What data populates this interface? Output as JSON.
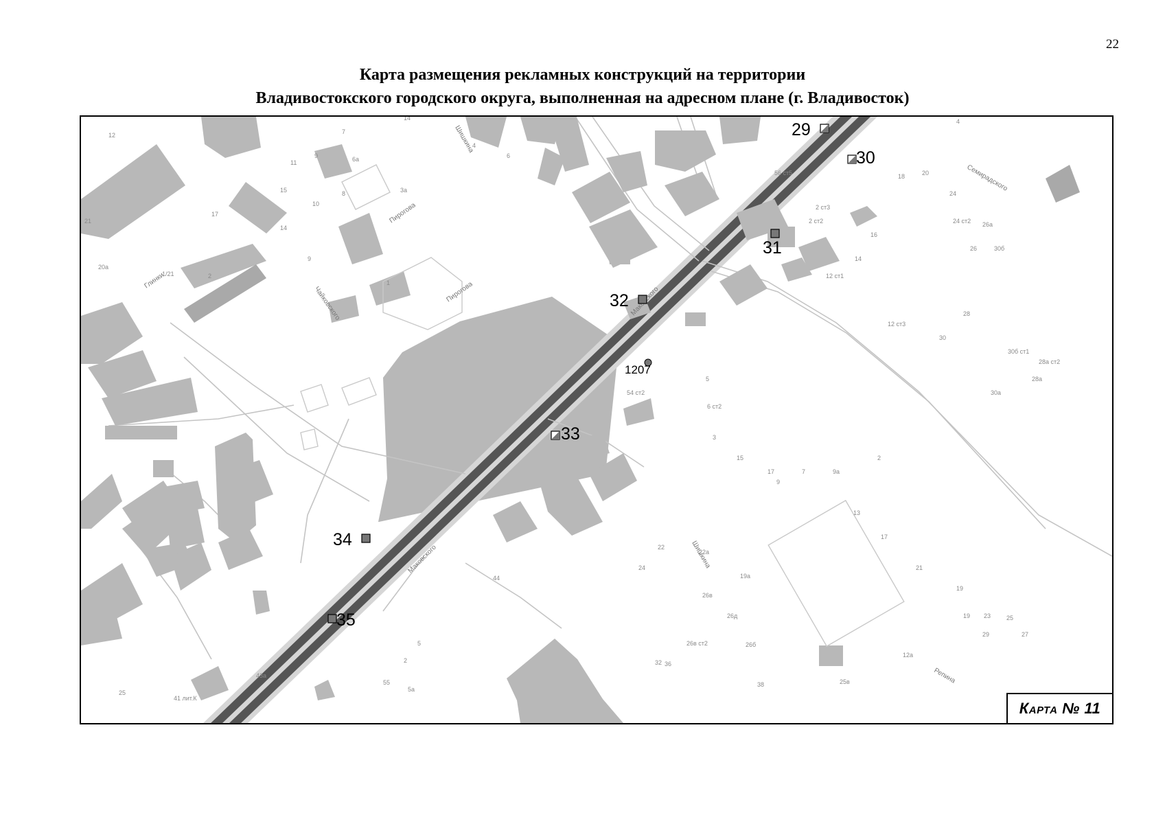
{
  "page_number": "22",
  "title": {
    "line1": "Карта размещения рекламных конструкций на территории",
    "line2": "Владивостокского городского округа, выполненная на адресном плане (г. Владивосток)"
  },
  "map": {
    "badge": "Карта № 11",
    "streets": {
      "makovskogo": "Маковского",
      "pirogova": "Пирогова",
      "chaikovskogo": "Чайковского",
      "glinki": "Глинки",
      "shishkina": "Шишкина",
      "semiradskogo": "Семирадского",
      "repina": "Репина"
    },
    "markers": [
      {
        "id": "29",
        "label": "29",
        "style": "half"
      },
      {
        "id": "30",
        "label": "30",
        "style": "half"
      },
      {
        "id": "31",
        "label": "31",
        "style": "solid"
      },
      {
        "id": "32",
        "label": "32",
        "style": "solid"
      },
      {
        "id": "1207",
        "label": "1207",
        "style": "circle"
      },
      {
        "id": "33",
        "label": "33",
        "style": "half"
      },
      {
        "id": "34",
        "label": "34",
        "style": "solid"
      },
      {
        "id": "35",
        "label": "35",
        "style": "solid"
      }
    ],
    "house_numbers": [
      "12",
      "7",
      "14",
      "4",
      "6",
      "6а",
      "11",
      "9",
      "15",
      "8",
      "3а",
      "10",
      "17",
      "21",
      "14",
      "2",
      "1/21",
      "9",
      "20а",
      "1",
      "4",
      "56 ст5",
      "18",
      "20",
      "24",
      "2 ст3",
      "24 ст2",
      "26а",
      "16",
      "14",
      "2 ст2",
      "26",
      "30б",
      "12 ст1",
      "28",
      "12 ст3",
      "30",
      "30б ст1",
      "28а ст2",
      "28а",
      "30а",
      "5",
      "6 ст2",
      "54 ст2",
      "3",
      "15",
      "17",
      "2",
      "9а",
      "7",
      "9",
      "13",
      "17",
      "21",
      "19",
      "22а",
      "22",
      "24",
      "26в",
      "26д",
      "19а",
      "19",
      "23",
      "25",
      "27",
      "29",
      "26в ст2",
      "26б",
      "36",
      "32",
      "38",
      "12а",
      "25в",
      "55",
      "5а",
      "43а",
      "41 лит.К",
      "25",
      "44",
      "5",
      "2"
    ]
  }
}
